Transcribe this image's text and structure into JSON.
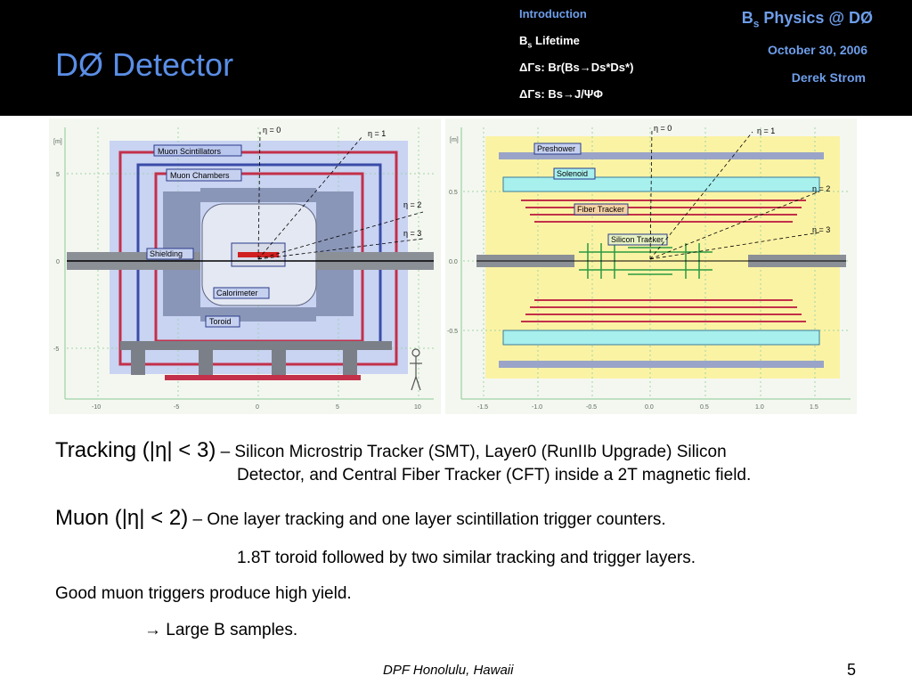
{
  "header": {
    "slide_title": "DØ Detector",
    "nav": {
      "intro": "Introduction",
      "lifetime_b": "B",
      "lifetime_sub": "s",
      "lifetime_rest": " Lifetime",
      "br": "ΔΓs: Br(Bs→Ds*Ds*)",
      "jpsi": "ΔΓs: Bs→J/ΨΦ"
    },
    "talk_title_b": "B",
    "talk_title_sub": "s",
    "talk_title_rest": " Physics @ DØ",
    "date": "October 30, 2006",
    "author": "Derek Strom"
  },
  "left_diagram": {
    "labels": {
      "muon_scint": "Muon Scintillators",
      "muon_chambers": "Muon Chambers",
      "shielding": "Shielding",
      "calorimeter": "Calorimeter",
      "toroid": "Toroid",
      "eta0": "η = 0",
      "eta1": "η = 1",
      "eta2": "η = 2",
      "eta3": "η = 3",
      "unit": "[m]"
    },
    "y_ticks": [
      "5",
      "0",
      "-5"
    ],
    "x_ticks": [
      "-10",
      "-5",
      "0",
      "5",
      "10"
    ]
  },
  "right_diagram": {
    "labels": {
      "preshower": "Preshower",
      "solenoid": "Solenoid",
      "fiber": "Fiber Tracker",
      "silicon": "Silicon Tracker",
      "eta0": "η = 0",
      "eta1": "η = 1",
      "eta2": "η = 2",
      "eta3": "η = 3",
      "unit": "[m]"
    },
    "y_ticks": [
      "0.5",
      "0.0",
      "-0.5"
    ],
    "x_ticks": [
      "-1.5",
      "-1.0",
      "-0.5",
      "0.0",
      "0.5",
      "1.0",
      "1.5"
    ]
  },
  "body": {
    "tracking_head": "Tracking (|η| < 3)",
    "tracking_text": " – Silicon Microstrip Tracker (SMT), Layer0 (RunIIb Upgrade) Silicon",
    "tracking_cont": "Detector, and Central Fiber Tracker (CFT) inside a 2T magnetic field.",
    "muon_head": "Muon (|η| < 2)",
    "muon_text": " – One layer tracking and one layer scintillation trigger counters.",
    "muon_cont": "1.8T toroid followed by two similar tracking and trigger layers.",
    "good_muon": "Good muon triggers produce high yield.",
    "arrow": "→",
    "large_b": " Large B samples."
  },
  "footer": {
    "location": "DPF Honolulu, Hawaii",
    "page": "5"
  }
}
